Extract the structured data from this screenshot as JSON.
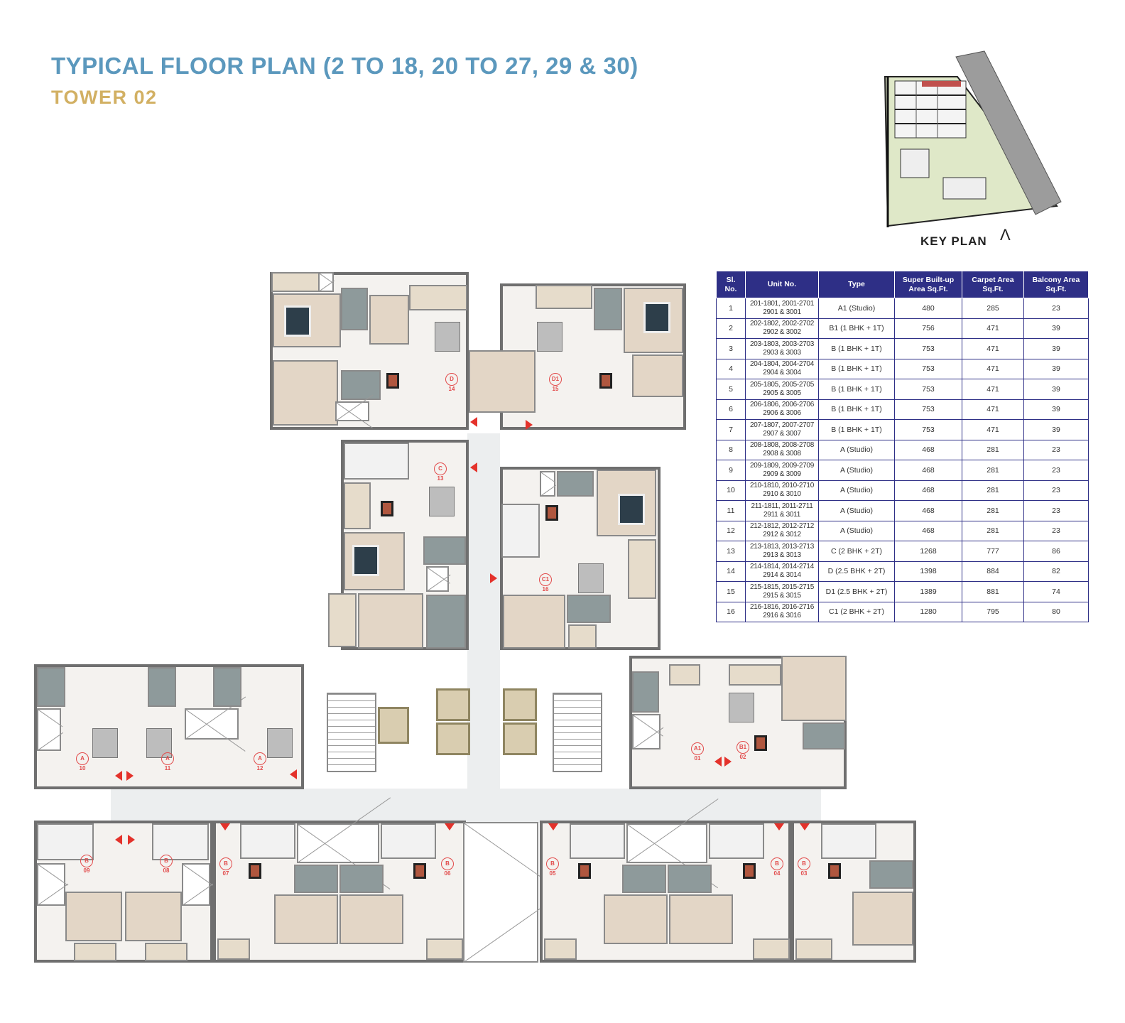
{
  "header": {
    "title": "TYPICAL FLOOR PLAN (2 TO 18, 20 TO 27, 29 & 30)",
    "subtitle": "TOWER 02"
  },
  "key_plan": {
    "label": "KEY PLAN",
    "north_symbol": "north-arrow-icon"
  },
  "colors": {
    "title": "#5b98bd",
    "subtitle": "#d2b063",
    "table_header_bg": "#2e2f86",
    "table_border": "#2e2f86",
    "marker": "#e24b4b",
    "entry_arrow": "#e4322b"
  },
  "table": {
    "columns": [
      "Sl. No.",
      "Unit No.",
      "Type",
      "Super Built-up Area Sq.Ft.",
      "Carpet Area Sq.Ft.",
      "Balcony Area Sq.Ft."
    ],
    "rows": [
      {
        "sl": "1",
        "unit_line1": "201-1801, 2001-2701",
        "unit_line2": "2901 & 3001",
        "type": "A1 (Studio)",
        "super_builtup": "480",
        "carpet": "285",
        "balcony": "23"
      },
      {
        "sl": "2",
        "unit_line1": "202-1802, 2002-2702",
        "unit_line2": "2902 & 3002",
        "type": "B1 (1 BHK + 1T)",
        "super_builtup": "756",
        "carpet": "471",
        "balcony": "39"
      },
      {
        "sl": "3",
        "unit_line1": "203-1803, 2003-2703",
        "unit_line2": "2903 & 3003",
        "type": "B (1 BHK + 1T)",
        "super_builtup": "753",
        "carpet": "471",
        "balcony": "39"
      },
      {
        "sl": "4",
        "unit_line1": "204-1804, 2004-2704",
        "unit_line2": "2904 & 3004",
        "type": "B (1 BHK + 1T)",
        "super_builtup": "753",
        "carpet": "471",
        "balcony": "39"
      },
      {
        "sl": "5",
        "unit_line1": "205-1805, 2005-2705",
        "unit_line2": "2905 & 3005",
        "type": "B (1 BHK + 1T)",
        "super_builtup": "753",
        "carpet": "471",
        "balcony": "39"
      },
      {
        "sl": "6",
        "unit_line1": "206-1806, 2006-2706",
        "unit_line2": "2906 & 3006",
        "type": "B (1 BHK + 1T)",
        "super_builtup": "753",
        "carpet": "471",
        "balcony": "39"
      },
      {
        "sl": "7",
        "unit_line1": "207-1807, 2007-2707",
        "unit_line2": "2907 & 3007",
        "type": "B (1 BHK + 1T)",
        "super_builtup": "753",
        "carpet": "471",
        "balcony": "39"
      },
      {
        "sl": "8",
        "unit_line1": "208-1808, 2008-2708",
        "unit_line2": "2908 & 3008",
        "type": "A (Studio)",
        "super_builtup": "468",
        "carpet": "281",
        "balcony": "23"
      },
      {
        "sl": "9",
        "unit_line1": "209-1809, 2009-2709",
        "unit_line2": "2909 & 3009",
        "type": "A (Studio)",
        "super_builtup": "468",
        "carpet": "281",
        "balcony": "23"
      },
      {
        "sl": "10",
        "unit_line1": "210-1810, 2010-2710",
        "unit_line2": "2910 & 3010",
        "type": "A (Studio)",
        "super_builtup": "468",
        "carpet": "281",
        "balcony": "23"
      },
      {
        "sl": "11",
        "unit_line1": "211-1811, 2011-2711",
        "unit_line2": "2911 & 3011",
        "type": "A (Studio)",
        "super_builtup": "468",
        "carpet": "281",
        "balcony": "23"
      },
      {
        "sl": "12",
        "unit_line1": "212-1812, 2012-2712",
        "unit_line2": "2912 & 3012",
        "type": "A (Studio)",
        "super_builtup": "468",
        "carpet": "281",
        "balcony": "23"
      },
      {
        "sl": "13",
        "unit_line1": "213-1813, 2013-2713",
        "unit_line2": "2913 & 3013",
        "type": "C (2 BHK + 2T)",
        "super_builtup": "1268",
        "carpet": "777",
        "balcony": "86"
      },
      {
        "sl": "14",
        "unit_line1": "214-1814, 2014-2714",
        "unit_line2": "2914 & 3014",
        "type": "D (2.5 BHK + 2T)",
        "super_builtup": "1398",
        "carpet": "884",
        "balcony": "82"
      },
      {
        "sl": "15",
        "unit_line1": "215-1815, 2015-2715",
        "unit_line2": "2915 & 3015",
        "type": "D1 (2.5 BHK + 2T)",
        "super_builtup": "1389",
        "carpet": "881",
        "balcony": "74"
      },
      {
        "sl": "16",
        "unit_line1": "216-1816, 2016-2716",
        "unit_line2": "2916 & 3016",
        "type": "C1 (2 BHK + 2T)",
        "super_builtup": "1280",
        "carpet": "795",
        "balcony": "80"
      }
    ]
  },
  "floor_plan": {
    "unit_markers": [
      {
        "type": "D",
        "no": "14"
      },
      {
        "type": "D1",
        "no": "15"
      },
      {
        "type": "C",
        "no": "13"
      },
      {
        "type": "C1",
        "no": "16"
      },
      {
        "type": "A",
        "no": "10"
      },
      {
        "type": "A",
        "no": "11"
      },
      {
        "type": "A",
        "no": "12"
      },
      {
        "type": "A1",
        "no": "01"
      },
      {
        "type": "B1",
        "no": "02"
      },
      {
        "type": "B",
        "no": "09"
      },
      {
        "type": "B",
        "no": "08"
      },
      {
        "type": "B",
        "no": "07"
      },
      {
        "type": "B",
        "no": "06"
      },
      {
        "type": "B",
        "no": "05"
      },
      {
        "type": "B",
        "no": "04"
      },
      {
        "type": "B",
        "no": "03"
      }
    ]
  }
}
